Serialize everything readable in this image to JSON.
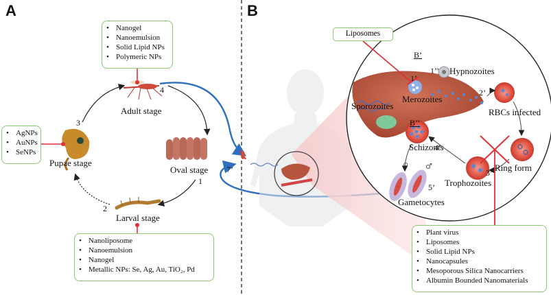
{
  "panels": {
    "a": "A",
    "b": "B"
  },
  "panel_a": {
    "stages": {
      "adult": "Adult stage",
      "pupae": "Pupae stage",
      "larval": "Larval stage",
      "oval": "Oval stage"
    },
    "step_numbers": {
      "n1": "1",
      "n2": "2",
      "n3": "3",
      "n4": "4"
    },
    "boxes": {
      "adult_box": [
        "Nanogel",
        "Nanoemulsion",
        "Solid Lipid NPs",
        "Polymeric NPs"
      ],
      "pupae_box": [
        "AgNPs",
        "AuNPs",
        "SeNPs"
      ],
      "larval_box": [
        "Nanoliposome",
        "Nanoemulsion",
        "Nanogel",
        "Metallic NPs: Se, Ag, Au, TiO₂, Pd"
      ]
    }
  },
  "panel_b": {
    "liposomes_label": "Liposomes",
    "sub_labels": {
      "b_prime": "B’",
      "b_double_prime": "B’’"
    },
    "cell_labels": {
      "hypnozoites": "Hypnozoites",
      "merozoites": "Merozoites",
      "sporozoites": "Sporozoites",
      "rbcs_infected": "RBCs infected",
      "schizonts": "Schizonts",
      "ring_form": "Ring form",
      "trophozoites": "Trophozoites",
      "gametocytes": "Gametocytes"
    },
    "step_numbers": {
      "s1p": "1’",
      "s1pp": "1’’",
      "s2p": "2’",
      "s3p": "3’",
      "s4p": "4’",
      "s5p": "5’",
      "s7p": "7’"
    },
    "nanocarrier_box": [
      "Plant virus",
      "Liposomes",
      "Solid Lipid NPs",
      "Nanocapsules",
      "Mesoporous Silica Nanocarriers",
      "Albumin Bounded Nanomaterials"
    ]
  },
  "colors": {
    "box_border": "#8cc870",
    "inhibit_red": "#e0303a",
    "flow_blue": "#2f6fc0",
    "liver": "#b5553e",
    "rbc": "#e05444"
  }
}
